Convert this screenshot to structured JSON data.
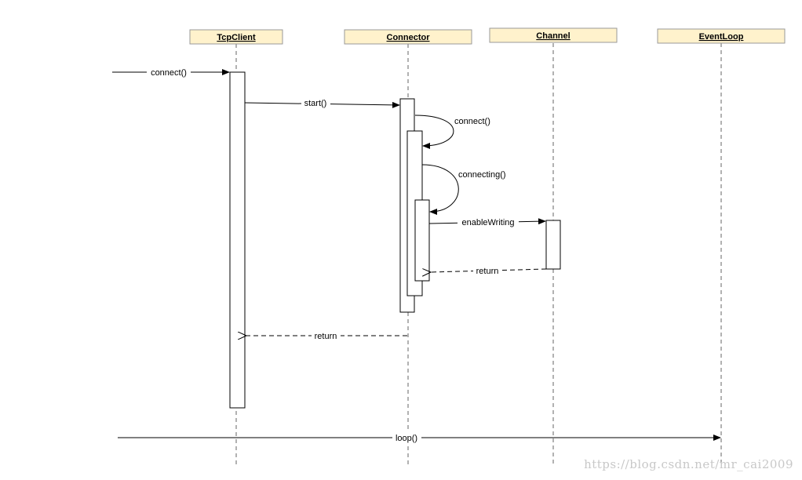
{
  "participants": {
    "tcpclient": "TcpClient",
    "connector": "Connector",
    "channel": "Channel",
    "eventloop": "EventLoop"
  },
  "messages": {
    "connect_in": "connect()",
    "start": "start()",
    "connect_self": "connect()",
    "connecting": "connecting()",
    "enable_writing": "enableWriting",
    "return_channel": "return",
    "return_connector": "return",
    "loop": "loop()"
  },
  "watermark": "https://blog.csdn.net/mr_cai2009",
  "colors": {
    "header_fill": "#fff2cc",
    "header_stroke": "#999999",
    "lifeline": "#666666",
    "line": "#000000",
    "watermark": "#c8c8c8"
  }
}
